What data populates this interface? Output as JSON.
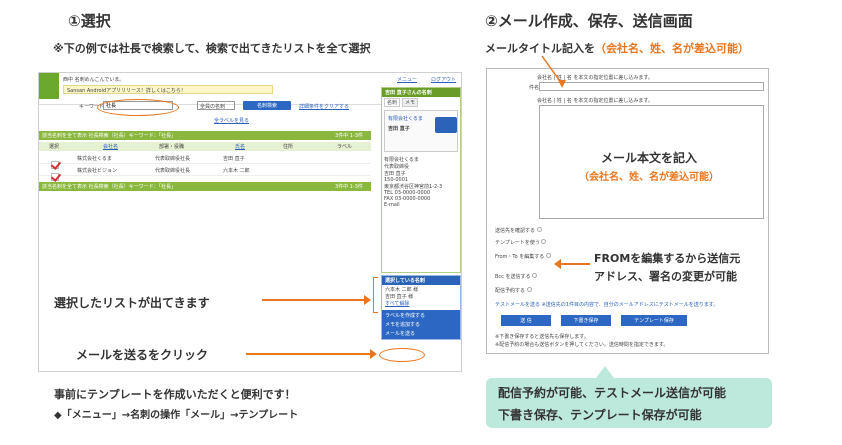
{
  "left": {
    "heading": "①選択",
    "subheading": "※下の例では社長で検索して、検索で出てきたリストを全て選択",
    "callout_list": "選択したリストが出てきます",
    "callout_send": "メールを送るをクリック",
    "note_title": "事前にテンプレートを作成いただくと便利です！",
    "note_path": "◆「メニュー」→名刺の操作「メール」→テンプレート"
  },
  "right": {
    "heading": "②メール作成、保存、送信画面",
    "title_label": "メールタイトル記入を",
    "title_label_orange": "（会社名、姓、名が差込可能）",
    "body_label": "メール本文を記入",
    "body_label_orange": "（会社名、姓、名が差込可能）",
    "from_note_line1": "FROMを編集するから送信元",
    "from_note_line2": "アドレス、署名の変更が可能",
    "callout_line1": "配信予約が可能、テストメール送信が可能",
    "callout_line2": "下書き保存、テンプレート保存が可能"
  },
  "left_mock": {
    "greeting": "西中 名刺めんこんでいま。",
    "menu_link": "メニュー",
    "logout_link": "ログアウト",
    "notice": "Sansan Androidアプリリリース！詳しくはこちら！",
    "search_label": "キーワード",
    "search_value": "社長",
    "search_select": "全員の名刺",
    "search_button": "名刺検索",
    "detail_link": "詳細条件をクリアする",
    "label_link": "全ラベルを見る",
    "result_bar": "該当名刺を全て表示 社長検索（社長）キーワード：「社長」",
    "result_count": "3件中 1-3件",
    "columns": [
      "選択",
      "会社名",
      "部署・役職",
      "氏名",
      "住所",
      "ラベル"
    ],
    "rows": [
      {
        "company": "株式会社くるま",
        "title": "代表取締役社長",
        "name": "吉田 直子",
        "checked": true
      },
      {
        "company": "株式会社ビジョン",
        "title": "代表取締役社長",
        "name": "六本木 二郎",
        "checked": true
      }
    ],
    "side_title": "吉田 直子さんの名刺",
    "side_tab1": "名刺",
    "side_tab2": "メモ",
    "card_company": "有限会社くるま",
    "card_name": "吉田 直子",
    "card_lines": [
      "有限会社くるま",
      "代表取締役",
      "吉田 直子",
      "150-0001",
      "東京都渋谷区神宮前1-2-3",
      "TEL 03-0000-0000",
      "FAX 03-0000-0000",
      "E-mail"
    ],
    "selected_head": "選択している名刺",
    "selected_items": [
      "六本木 二郎 様",
      "吉田 直子 様"
    ],
    "selected_link": "すべて解除",
    "label_button": "ラベルを作成する",
    "memo_button": "メモを追加する",
    "mail_button": "メールを送る"
  },
  "right_mock": {
    "toolbar_links": "会社名 | 姓 | 名 を本文の指定位置に差し込みます。",
    "subject_label": "件名",
    "toolbar_links2": "会社名 | 姓 | 名 を本文の指定位置に差し込みます。",
    "options": [
      "送信先を確認する",
      "テンプレートを使う",
      "From・To を編集する",
      "Bcc を送信する",
      "配信予約する"
    ],
    "test_note": "テストメールを送る  ※送信先の1件目の内容で、自分のメールアドレスにテストメールを送ります。",
    "buttons": [
      "送 信",
      "下書き保存",
      "テンプレート保存"
    ],
    "footnote1": "※下書き保存すると送信先も保存します。",
    "footnote2": "※配信予約の場合も送信ボタンを押してください。送信時間を指定できます。"
  }
}
